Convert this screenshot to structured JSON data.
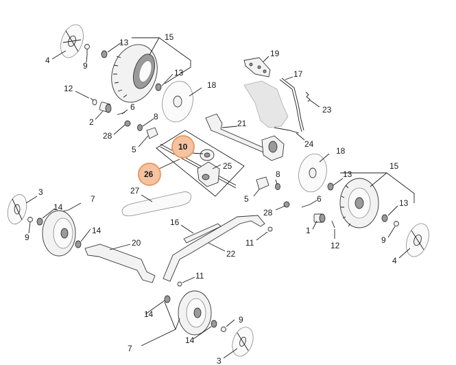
{
  "labels": {
    "l1": "1",
    "l2": "2",
    "l3a": "3",
    "l3b": "3",
    "l4a": "4",
    "l4b": "4",
    "l5a": "5",
    "l5b": "5",
    "l6a": "6",
    "l6b": "6",
    "l7a": "7",
    "l7b": "7",
    "l8a": "8",
    "l8b": "8",
    "l9a": "9",
    "l9b": "9",
    "l9c": "9",
    "l9d": "9",
    "l10": "10",
    "l11a": "11",
    "l11b": "11",
    "l12a": "12",
    "l12b": "12",
    "l13a": "13",
    "l13b": "13",
    "l13c": "13",
    "l13d": "13",
    "l14a": "14",
    "l14b": "14",
    "l14c": "14",
    "l14d": "14",
    "l15a": "15",
    "l15b": "15",
    "l16": "16",
    "l17": "17",
    "l18a": "18",
    "l18b": "18",
    "l19": "19",
    "l20": "20",
    "l21": "21",
    "l22": "22",
    "l23": "23",
    "l24": "24",
    "l25": "25",
    "l26": "26",
    "l27": "27",
    "l28a": "28",
    "l28b": "28"
  },
  "highlighted_parts": [
    "10",
    "26"
  ],
  "colors": {
    "callout_fill": "#f6c3a0",
    "callout_stroke": "#e79b66",
    "line": "#1a1a1a"
  }
}
